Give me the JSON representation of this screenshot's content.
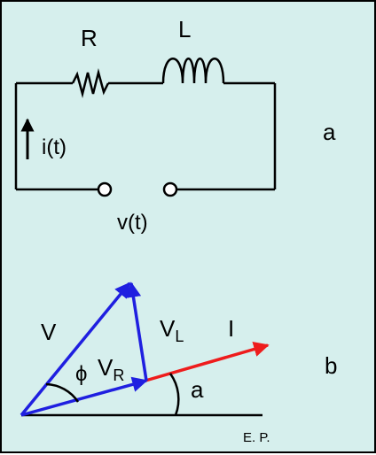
{
  "circuit": {
    "resistor_label": "R",
    "inductor_label": "L",
    "current_label": "i(t)",
    "voltage_label": "v(t)",
    "panel_label": "a"
  },
  "phasor": {
    "v_label": "V",
    "vl_label_main": "V",
    "vl_label_sub": "L",
    "i_label": "I",
    "phi_label": "ϕ",
    "vr_label_main": "V",
    "vr_label_sub": "R",
    "angle_label": "a",
    "panel_label": "b"
  },
  "credit": "E. P.",
  "colors": {
    "background": "#d6efed",
    "phasor_blue": "#1f1fe0",
    "current_red": "#ee1c1c",
    "wire": "#000000"
  }
}
